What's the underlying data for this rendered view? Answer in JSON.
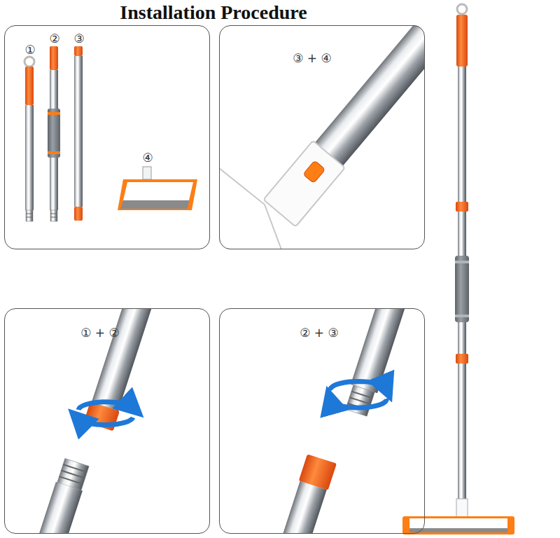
{
  "diagram": {
    "title": "Installation Procedure",
    "nodes": [
      {
        "text": [
          "①",
          "②",
          "③",
          "④"
        ]
      },
      {
        "text": [
          "③ + ④"
        ]
      },
      {
        "text": [
          "① + ②"
        ]
      },
      {
        "text": [
          "② + ③"
        ]
      }
    ]
  }
}
